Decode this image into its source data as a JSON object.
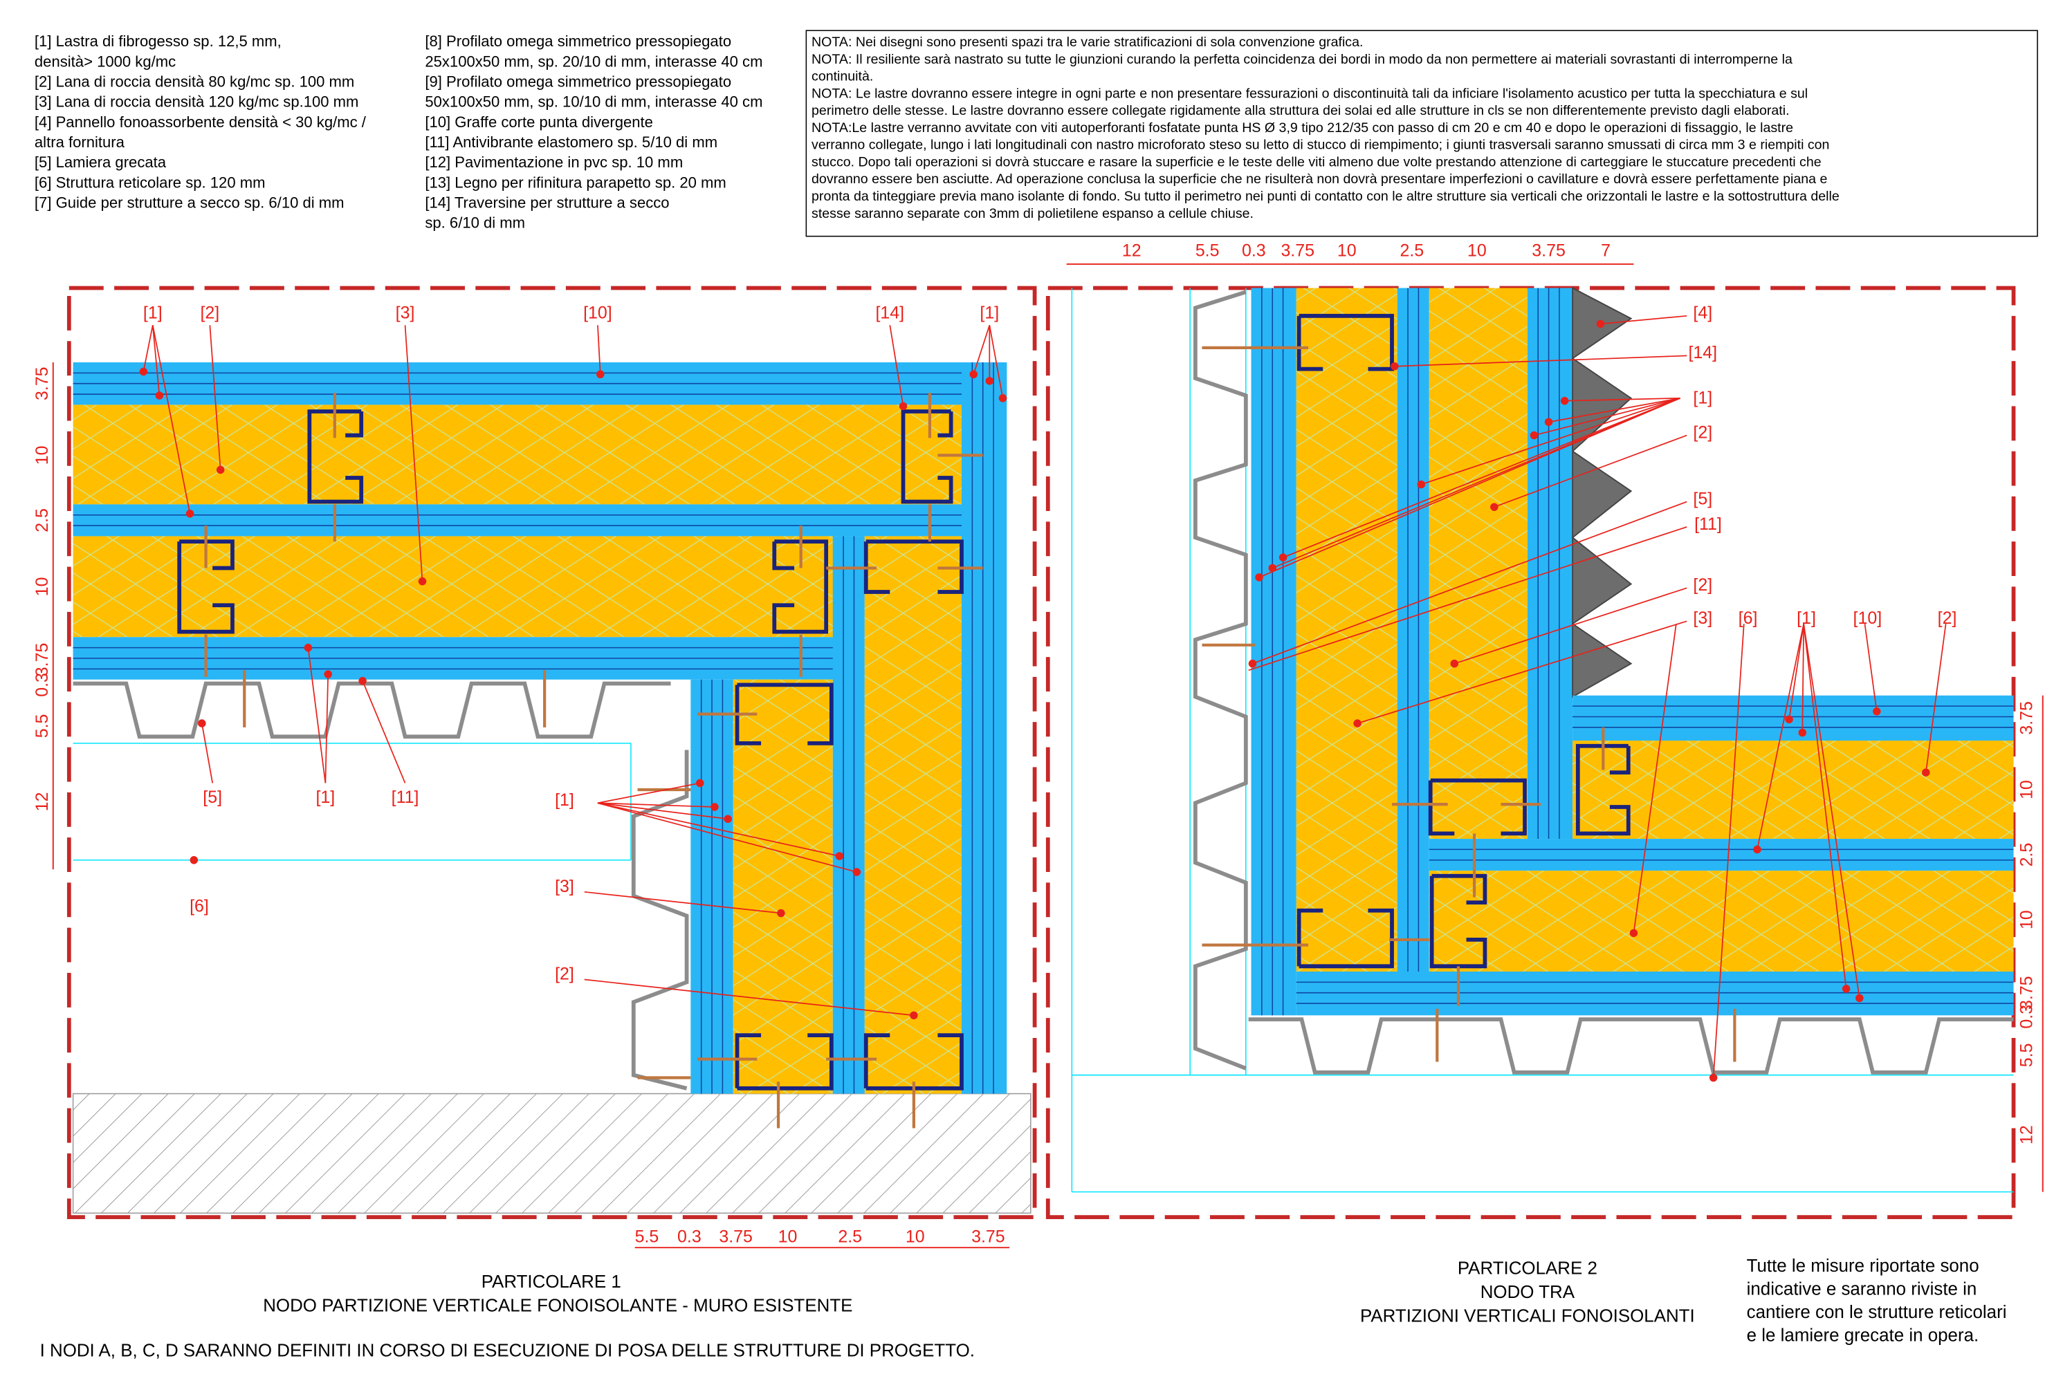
{
  "legend_left": [
    "[1]  Lastra di fibrogesso sp. 12,5 mm,",
    "densità> 1000 kg/mc",
    "[2]  Lana di roccia densità 80 kg/mc sp. 100 mm",
    "[3]  Lana di roccia densità 120 kg/mc sp.100 mm",
    "[4]  Pannello fonoassorbente densità < 30 kg/mc /",
    "altra fornitura",
    "[5]  Lamiera grecata",
    "[6]  Struttura reticolare sp. 120 mm",
    "[7]  Guide per strutture a secco sp. 6/10 di mm"
  ],
  "legend_mid": [
    "[8]  Profilato omega simmetrico pressopiegato",
    "25x100x50 mm, sp. 20/10 di mm, interasse 40 cm",
    "[9]  Profilato omega simmetrico pressopiegato",
    "50x100x50 mm, sp. 10/10 di mm, interasse 40 cm",
    "[10] Graffe corte punta divergente",
    "[11] Antivibrante elastomero sp. 5/10 di mm",
    "[12] Pavimentazione in pvc sp. 10 mm",
    "[13] Legno per rifinitura parapetto sp. 20 mm",
    "[14] Traversine per strutture a secco",
    "sp. 6/10 di mm"
  ],
  "notes": [
    "NOTA: Nei disegni sono presenti spazi tra le varie stratificazioni di sola convenzione grafica.",
    "NOTA: Il resiliente sarà nastrato su tutte le giunzioni curando la perfetta coincidenza dei bordi in modo da non permettere ai materiali sovrastanti di interromperne la",
    "continuità.",
    "NOTA: Le lastre dovranno essere integre in ogni parte e non presentare fessurazioni o discontinuità tali da inficiare l'isolamento acustico per tutta la specchiatura e sul",
    "perimetro delle stesse. Le lastre dovranno essere collegate rigidamente alla struttura dei solai ed alle strutture in cls se non differentemente previsto dagli elaborati.",
    "NOTA:Le lastre verranno avvitate con viti autoperforanti fosfatate punta HS Ø 3,9 tipo 212/35 con passo di cm 20 e cm 40 e dopo le operazioni di fissaggio, le lastre",
    "verranno collegate, lungo i lati longitudinali con nastro microforato steso su letto di stucco di riempimento; i giunti trasversali saranno smussati di circa mm 3 e riempiti con",
    "stucco. Dopo tali operazioni si dovrà stuccare e rasare la superficie e le teste delle viti almeno due volte prestando attenzione di carteggiare le stuccature precedenti che",
    "dovranno essere ben asciutte. Ad operazione conclusa la superficie che ne risulterà non dovrà presentare imperfezioni o cavillature e dovrà essere perfettamente piana e",
    "pronta da tinteggiare previa mano isolante di fondo. Su tutto il perimetro nei punti di contatto con le altre strutture sia verticali che orizzontali le lastre e la sottostruttura delle",
    "stesse saranno separate con 3mm di polietilene espanso a cellule chiuse."
  ],
  "dims": {
    "left_vertical": [
      "3.75",
      "10",
      "2.5",
      "10",
      "3.75",
      "0.3",
      "5.5",
      "12"
    ],
    "bottom_1": [
      "5.5",
      "0.3",
      "3.75",
      "10",
      "2.5",
      "10",
      "3.75"
    ],
    "top_2": [
      "12",
      "5.5",
      "0.3",
      "3.75",
      "10",
      "2.5",
      "10",
      "3.75",
      "7"
    ],
    "right_vertical_2": [
      "3.75",
      "10",
      "2.5",
      "10",
      "3.75",
      "0.3",
      "5.5",
      "12"
    ]
  },
  "callouts_1": [
    "[1]",
    "[2]",
    "[3]",
    "[10]",
    "[14]",
    "[1]",
    "[5]",
    "[1]",
    "[11]",
    "[6]",
    "[1]",
    "[3]",
    "[2]"
  ],
  "callouts_2": [
    "[4]",
    "[14]",
    "[1]",
    "[2]",
    "[5]",
    "[11]",
    "[2]",
    "[3]",
    "[6]",
    "[1]",
    "[10]",
    "[2]"
  ],
  "titles": {
    "p1_line1": "PARTICOLARE 1",
    "p1_line2": "NODO PARTIZIONE VERTICALE FONOISOLANTE - MURO ESISTENTE",
    "p2_line1": "PARTICOLARE 2",
    "p2_line2": "NODO TRA",
    "p2_line3": "PARTIZIONI VERTICALI FONOISOLANTI",
    "footer": "I NODI A, B, C, D SARANNO DEFINITI IN CORSO DI ESECUZIONE DI POSA DELLE STRUTTURE DI PROGETTO.",
    "right_note": [
      "Tutte le misure riportate sono",
      "indicative e saranno riviste in",
      "cantiere con le strutture reticolari",
      "e le lamiere grecate in opera."
    ]
  },
  "colors": {
    "board": "#29b6f6",
    "insulation": "#ffbf00",
    "steel_profile": "#1a237e",
    "annotation": "#e8221b",
    "frame": "#c62828",
    "deck": "#8c8c8c",
    "thin_line": "#00e5ff"
  }
}
